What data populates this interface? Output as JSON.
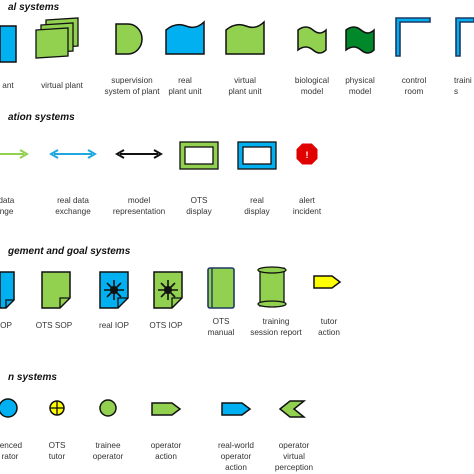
{
  "colors": {
    "green": "#92d050",
    "dark_green": "#00882b",
    "blue": "#00b0f0",
    "navy": "#1f3864",
    "arrow_blue": "#1fa8e0",
    "alert_red": "#e00000",
    "yellow": "#ffff00"
  },
  "sections": {
    "physical": "al systems",
    "information": "ation systems",
    "management": "gement and goal systems",
    "human": "n systems"
  },
  "labels": {
    "real_plant": "ant",
    "virtual_plant": "virtual plant",
    "supervision_system": "supervision\nsystem of plant",
    "real_plant_unit": "real\nplant unit",
    "virtual_plant_unit": "virtual\nplant unit",
    "biological_model": "biological\nmodel",
    "physical_model": "physical\nmodel",
    "control_room": "control\nroom",
    "training_s": "traini\ns",
    "model_data_exchange": "el data\nhange",
    "real_data_exchange": "real data\nexchange",
    "model_representation": "model\nrepresentation",
    "ots_display": "OTS\ndisplay",
    "real_display": "real\ndisplay",
    "alert_incident": "alert\nincident",
    "sop": "OP",
    "ots_sop": "OTS SOP",
    "real_iop": "real IOP",
    "ots_iop": "OTS IOP",
    "ots_manual": "OTS\nmanual",
    "training_session_report": "training\nsession report",
    "tutor_action": "tutor\naction",
    "experienced_operator": "ienced\nrator",
    "ots_tutor": "OTS\ntutor",
    "trainee_operator": "trainee\noperator",
    "operator_action": "operator\naction",
    "real_world_operator_action": "real-world\noperator\naction",
    "operator_virtual_perception": "operator\nvirtual\nperception"
  },
  "alert_glyph": "!"
}
